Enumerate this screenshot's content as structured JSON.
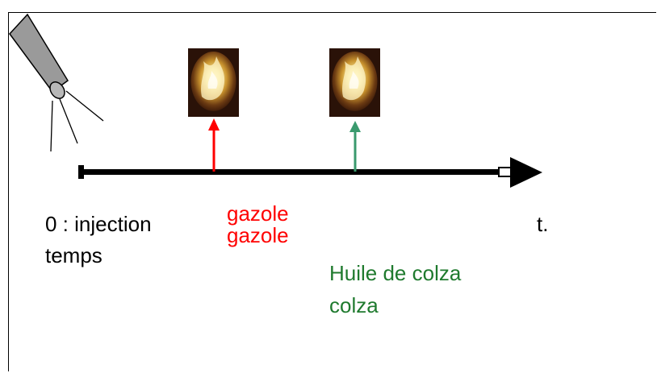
{
  "labels": {
    "t0_line1": "0 : injection",
    "t0_line2": "temps",
    "gazole_line1": "gazole",
    "gazole_line2": "gazole",
    "t_end": "t.",
    "colza_line1_a": "Huile de",
    "colza_line1_b": " colza",
    "colza_line2": "colza"
  },
  "icons": {
    "injector": "fuel-injector-icon",
    "flame": "combustion-flame-icon"
  },
  "colors": {
    "gazole": "#ff0000",
    "colza": "#1f7a2e",
    "colza_arrow": "#3a9a6e",
    "timeline": "#000000"
  }
}
